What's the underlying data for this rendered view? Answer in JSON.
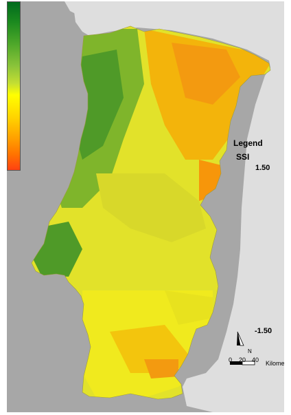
{
  "legend": {
    "title": "Legend",
    "field": "SSI",
    "max_label": "1.50",
    "min_label": "-1.50",
    "colors": [
      "#006b1d",
      "#1c8a1f",
      "#4fa82a",
      "#8cc43a",
      "#c4de33",
      "#ffff00",
      "#ffd400",
      "#ffa200",
      "#ff7300",
      "#ff3d13"
    ]
  },
  "scalebar": {
    "ticks": [
      "0",
      "20",
      "40"
    ],
    "unit": "Kilometers"
  },
  "north_arrow": {
    "label": "N"
  },
  "colors": {
    "background_land_gray": "#a7a7a7",
    "sea_light_gray": "#dedede",
    "frame_border": "#ffffff"
  }
}
